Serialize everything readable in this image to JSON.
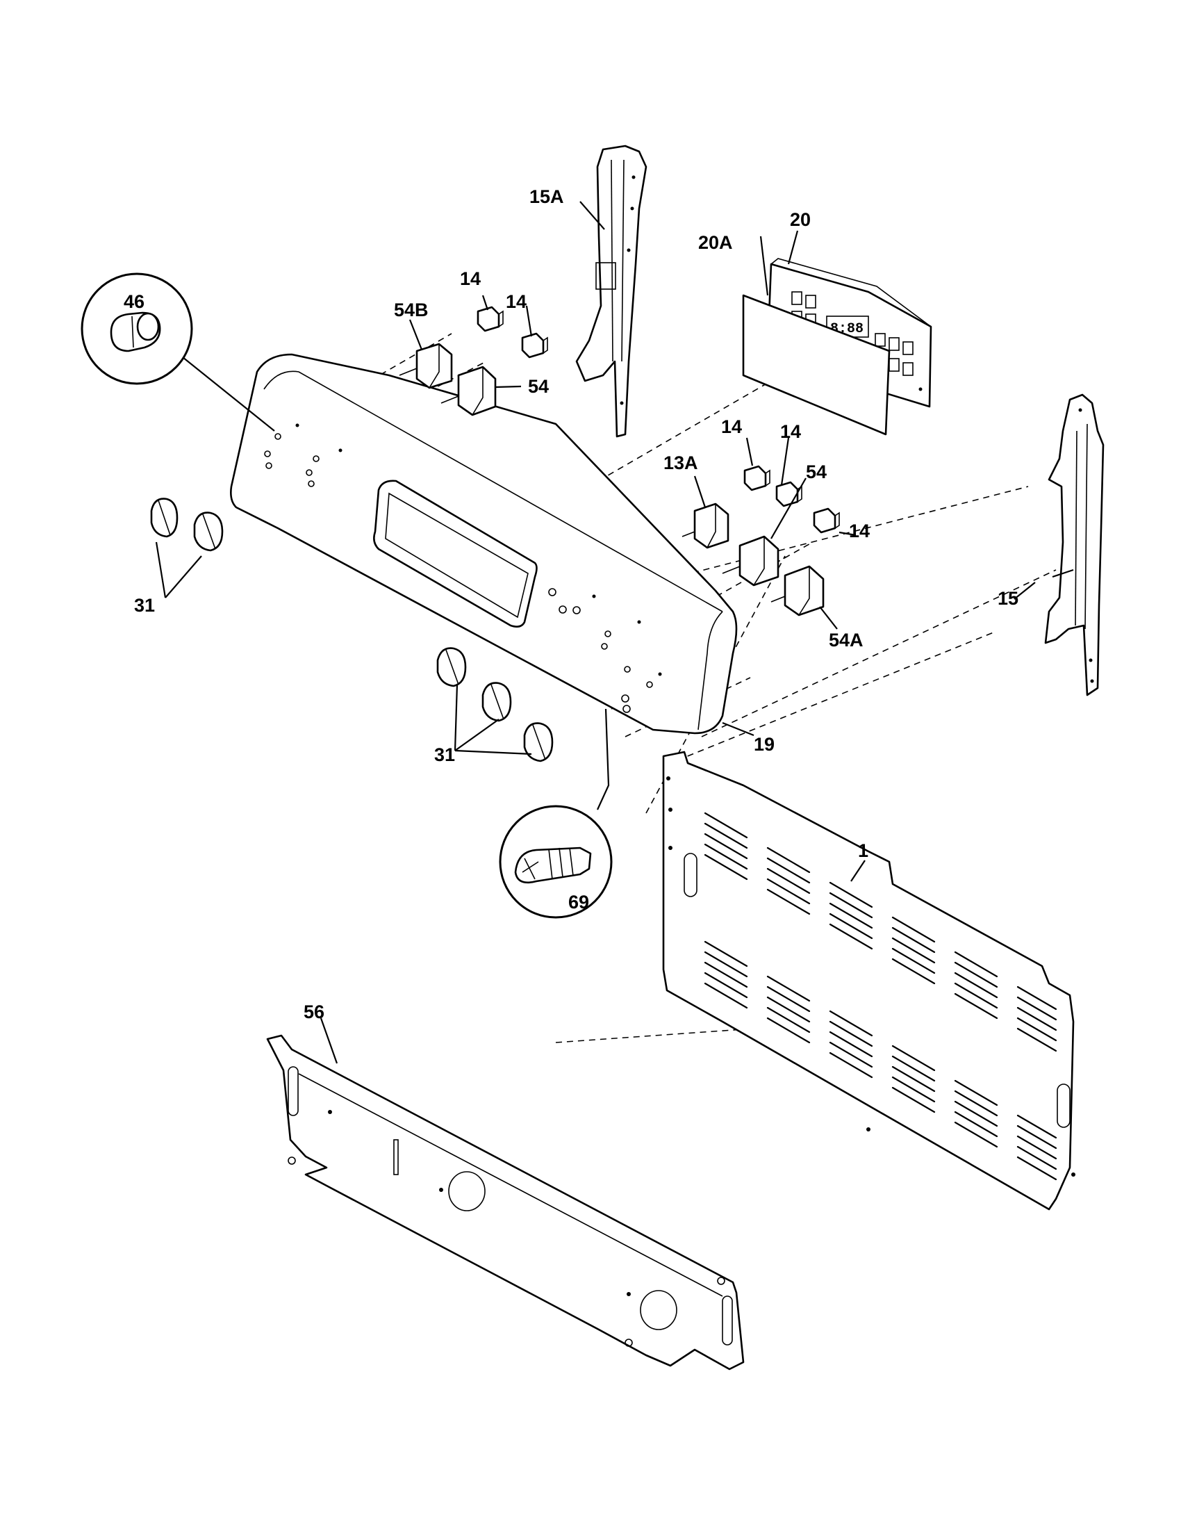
{
  "callouts": {
    "c1": "1",
    "c13A": "13A",
    "c14a": "14",
    "c14b": "14",
    "c14c": "14",
    "c14d": "14",
    "c14e": "14",
    "c15": "15",
    "c15A": "15A",
    "c19": "19",
    "c20": "20",
    "c20A": "20A",
    "c31a": "31",
    "c31b": "31",
    "c46": "46",
    "c54a": "54",
    "c54b": "54",
    "c54A": "54A",
    "c54B": "54B",
    "c56": "56",
    "c69": "69"
  },
  "clock_display": "8:88"
}
